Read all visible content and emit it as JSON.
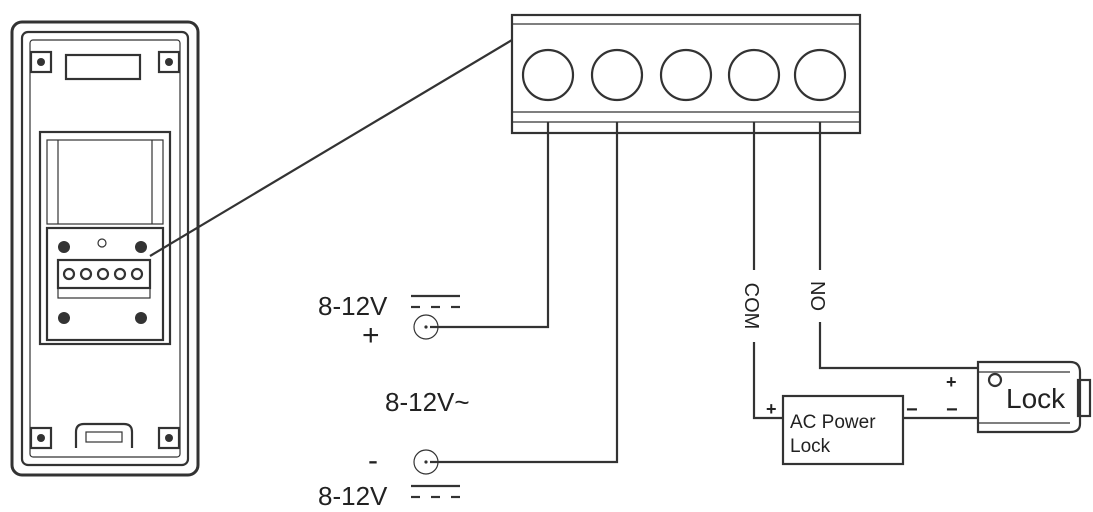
{
  "labels": {
    "dc_top": "8-12V",
    "plus": "+",
    "ac": "8-12V~",
    "minus": "-",
    "dc_bottom": "8-12V",
    "com": "COM",
    "no": "NO",
    "ac_lock_line1": "AC Power",
    "ac_lock_line2": "Lock",
    "lock": "Lock",
    "lock_plus": "+",
    "lock_minus": "−",
    "ac_lock_plus": "+",
    "ac_lock_minus": "−"
  }
}
